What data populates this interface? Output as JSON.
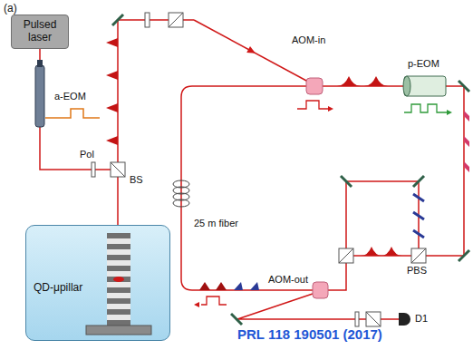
{
  "diagram": {
    "nodes": [
      {
        "text": [
          "Pulsed laser"
        ]
      },
      {
        "text": [
          "QD-μpillar"
        ]
      }
    ],
    "edges": [
      {
        "from": 0,
        "to": 1,
        "arrow": "none"
      }
    ],
    "labels": [
      "(a)",
      "a-EOM",
      "Pol",
      "BS",
      "AOM-in",
      "p-EOM",
      "25 m fiber",
      "AOM-out",
      "PBS",
      "D1",
      "PRL 118 190501 (2017)"
    ]
  }
}
